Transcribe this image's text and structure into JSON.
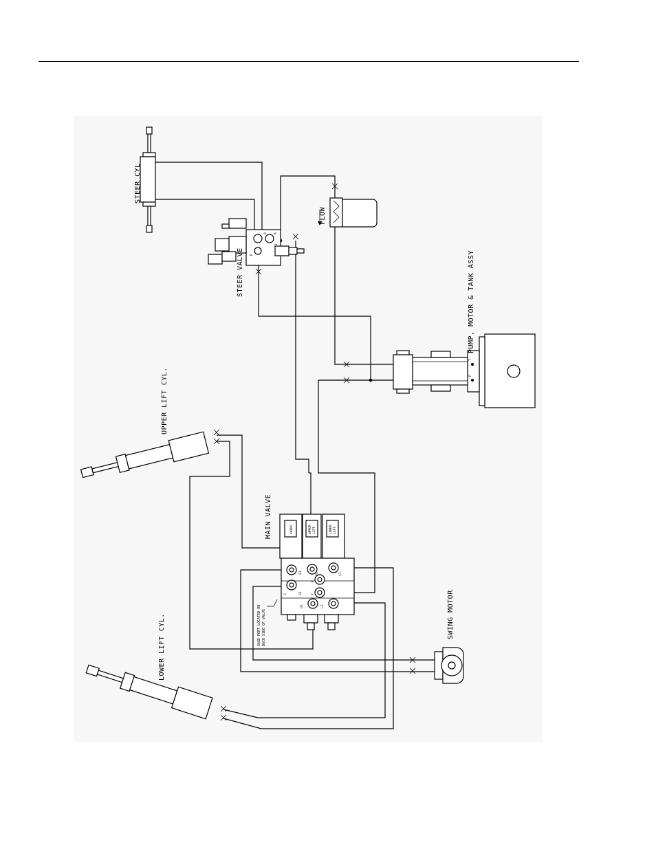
{
  "labels": {
    "steer_cyl": "STEER CYL",
    "flow": "FLOW",
    "steer_valve": "STEER VALVE",
    "pump_motor_tank": "PUMP, MOTOR & TANK ASSY",
    "upper_lift_cyl": "UPPER LIFT CYL.",
    "main_valve": "MAIN VALVE",
    "lower_lift_cyl": "LOWER LIFT CYL.",
    "swing_motor": "SWING MOTOR",
    "gage_port_line1": "GAGE PORT LOCATED ON",
    "gage_port_line2": "BACK SIDE OF VALVE"
  },
  "solenoids": {
    "swing": "SWING",
    "upper_lift_1": "UPPER",
    "upper_lift_2": "LIFT",
    "lower_lift_1": "LOWER",
    "lower_lift_2": "LIFT"
  },
  "ports": {
    "s1": "S1",
    "s2": "S2",
    "g": "G",
    "u1": "U1",
    "u2": "U2",
    "t": "T",
    "p": "P",
    "l1": "L1",
    "l2": "L2",
    "sv_b": "B",
    "sv_a": "A",
    "sv_t": "T",
    "sv_p": "P",
    "pump_t": "T",
    "pump_p": "P"
  }
}
